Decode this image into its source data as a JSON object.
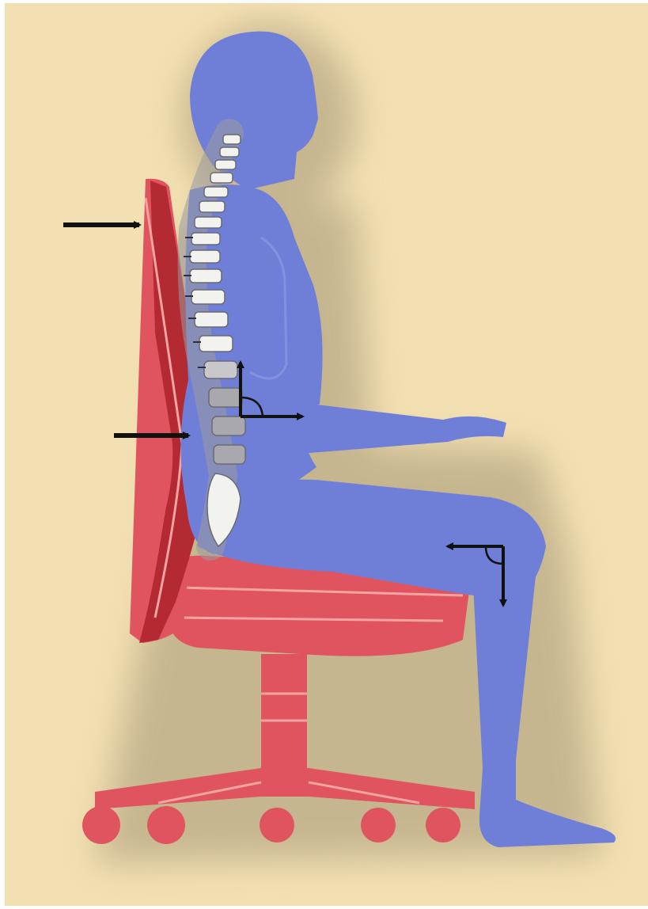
{
  "illustration": {
    "subject": "ergonomic-seated-posture",
    "icons": [
      "upper-back-arrow-icon",
      "lumbar-arrow-icon",
      "hip-angle-icon",
      "knee-angle-icon"
    ]
  },
  "colors": {
    "background": "#f3e0b2",
    "shadow": "#b7a884",
    "body": "#6f7fd8",
    "body_outline": "#5d6ec6",
    "chair": "#e0545f",
    "chair_dark": "#b32a32",
    "chair_line": "#f3a4a0",
    "spine": "#f2f2ee",
    "spine_shade": "#9b9a9e",
    "arrow": "#111111"
  },
  "angles": {
    "hip_degrees": 90,
    "knee_degrees": 90
  }
}
